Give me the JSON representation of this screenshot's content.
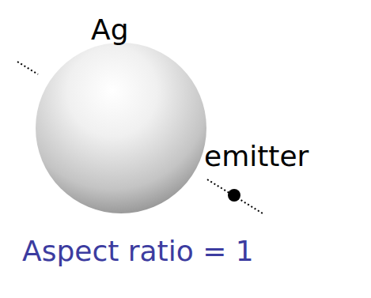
{
  "diagram": {
    "labels": [
      "Ag",
      "emitter",
      "Aspect ratio = 1"
    ]
  }
}
